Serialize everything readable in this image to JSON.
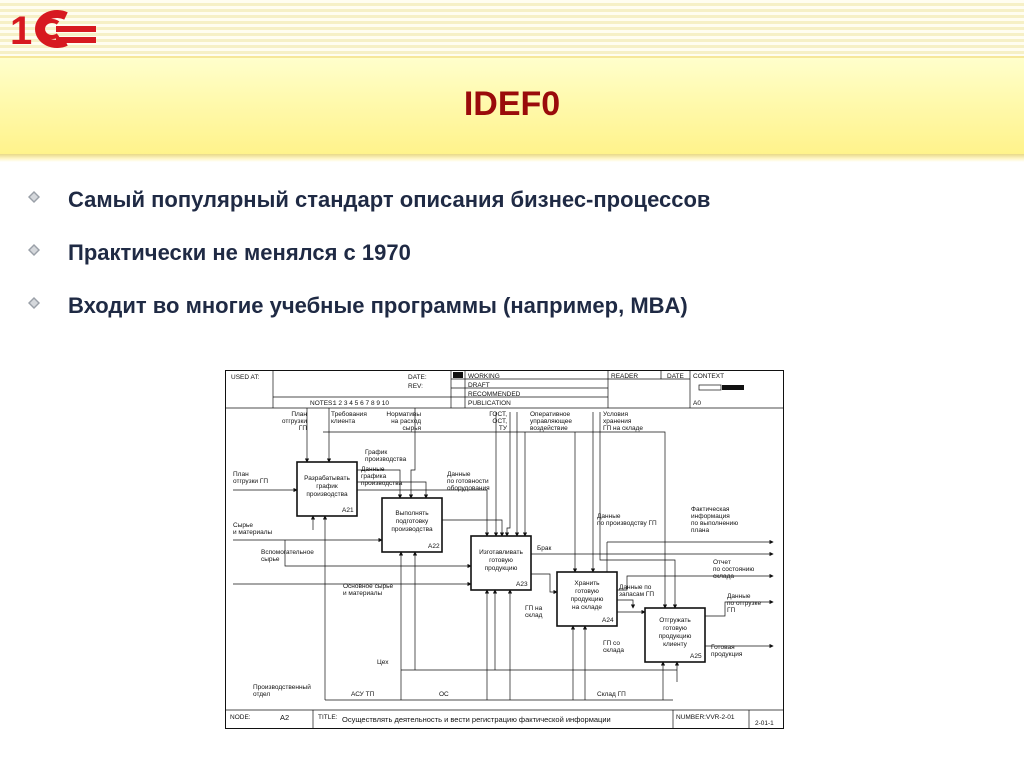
{
  "header": {
    "logo": {
      "text": "1С",
      "brand_color": "#d71920"
    },
    "title": "IDEF0"
  },
  "bullets": [
    "Самый популярный стандарт описания бизнес-процессов",
    "Практически не менялся с 1970",
    "Входит во многие учебные программы (например, MBA)"
  ],
  "diagram": {
    "header": {
      "used_at": "USED AT:",
      "date": "DATE:",
      "rev": "REV:",
      "notes": "NOTES:",
      "notes_numbers": "1 2 3 4 5 6 7 8 9 10",
      "status": [
        "WORKING",
        "DRAFT",
        "RECOMMENDED",
        "PUBLICATION"
      ],
      "reader": "READER",
      "date2": "DATE",
      "context": "CONTEXT",
      "context_node": "A0"
    },
    "boxes": [
      {
        "label": "Разрабатывать график производства",
        "id": "A21"
      },
      {
        "label": "Выполнять подготовку производства",
        "id": "A22"
      },
      {
        "label": "Изготавливать готовую продукцию",
        "id": "A23"
      },
      {
        "label": "Хранить готовую продукцию на складе",
        "id": "A24"
      },
      {
        "label": "Отгружать готовую продукцию клиенту",
        "id": "A25"
      }
    ],
    "labels": {
      "plan_gp_top": "План отгрузки ГП",
      "requirements": "Требования клиента",
      "norms": "Нормативы на расход сырья",
      "gost": "ГОСТ, ОСТ, ТУ",
      "operative": "Оперативное управляющее воздействие",
      "storage": "Условия хранения ГП на складе",
      "plan_gp_left": "План отгрузки ГП",
      "schedule": "График производства",
      "schedule_data": "Данные графика производства",
      "readiness": "Данные по готовности оборудования",
      "raw": "Сырье и материалы",
      "aux_raw": "Вспомогательное сырье",
      "main_raw": "Основное сырье и материалы",
      "workshop": "Цех",
      "prod_dept": "Производственный отдел",
      "asu": "АСУ ТП",
      "os": "ОС",
      "warehouse": "Склад ГП",
      "brak": "Брак",
      "gp_wh": "ГП на склад",
      "gp_from": "ГП со склада",
      "stock_data": "Данные по запасам ГП",
      "prod_data": "Данные по производству ГП",
      "fact_info": "Фактическая информация по выполнению плана",
      "report": "Отчет по состоянию склада",
      "ship_data": "Данные по отгрузке ГП",
      "finished": "Готовая продукция"
    },
    "footer": {
      "node_label": "NODE:",
      "node": "A2",
      "title_label": "TITLE:",
      "title": "Осуществлять деятельность и вести регистрацию фактической информации",
      "number_label": "NUMBER:",
      "number": "VVR-2-01",
      "page": "2-01-1"
    }
  }
}
